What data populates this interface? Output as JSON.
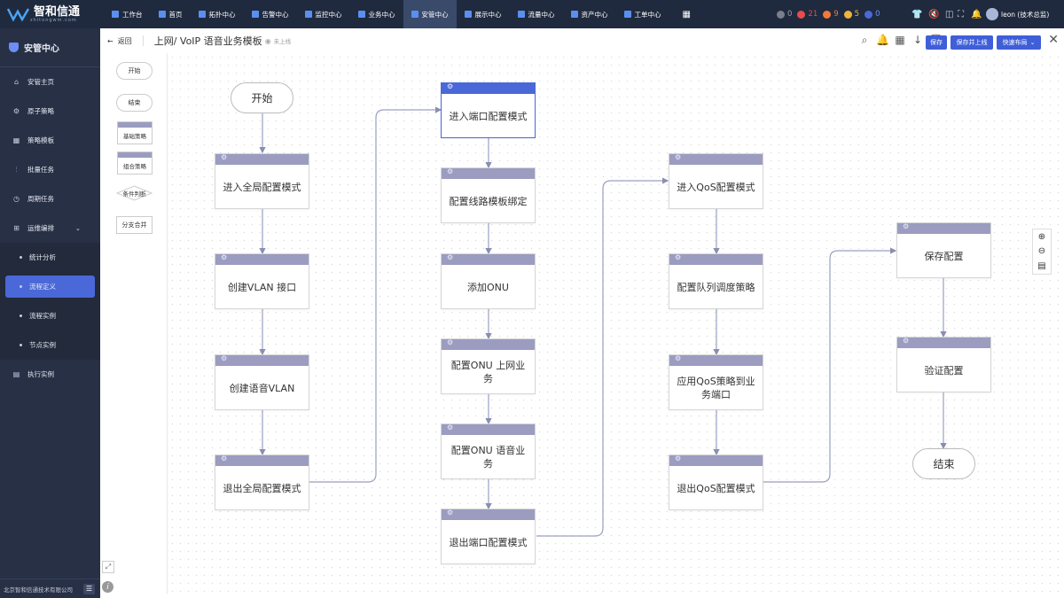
{
  "brand": {
    "name": "智和信通",
    "sub": "zhitongwm.com"
  },
  "nav": [
    {
      "label": "工作台"
    },
    {
      "label": "首页"
    },
    {
      "label": "拓扑中心"
    },
    {
      "label": "告警中心"
    },
    {
      "label": "监控中心"
    },
    {
      "label": "业务中心"
    },
    {
      "label": "安管中心",
      "active": true
    },
    {
      "label": "展示中心"
    },
    {
      "label": "流量中心"
    },
    {
      "label": "资产中心"
    },
    {
      "label": "工单中心"
    }
  ],
  "stats": [
    {
      "value": "0",
      "color": "#7a7f8c"
    },
    {
      "value": "21",
      "color": "#e84b4b"
    },
    {
      "value": "9",
      "color": "#f07a3a"
    },
    {
      "value": "5",
      "color": "#f0b43a"
    },
    {
      "value": "0",
      "color": "#4a68d8"
    }
  ],
  "user": {
    "name": "leon (技术总监)"
  },
  "sidebar": {
    "title": "安管中心",
    "items": [
      {
        "label": "安管主页",
        "icon": "⌂"
      },
      {
        "label": "原子策略",
        "icon": "⚙"
      },
      {
        "label": "策略模板",
        "icon": "▦"
      },
      {
        "label": "批量任务",
        "icon": "⫶"
      },
      {
        "label": "周期任务",
        "icon": "◷"
      },
      {
        "label": "运维编排",
        "icon": "⊞"
      }
    ],
    "subitems": [
      {
        "label": "统计分析"
      },
      {
        "label": "流程定义",
        "active": true
      },
      {
        "label": "流程实例"
      },
      {
        "label": "节点实例"
      }
    ],
    "after": [
      {
        "label": "执行实例",
        "icon": "▤"
      }
    ],
    "footer": "北京智和信通技术有限公司"
  },
  "header": {
    "back": "返回",
    "title": "上网/ VoIP 语音业务模板",
    "status": "未上线",
    "save": "保存",
    "save_online": "保存并上线",
    "layout": "快速布局"
  },
  "palette": {
    "start": "开始",
    "end": "结束",
    "basic": "基础策略",
    "combo": "组合策略",
    "cond": "条件判断",
    "merge": "分支合并"
  },
  "flow": {
    "start": "开始",
    "end": "结束",
    "nodes": [
      "进入全局配置模式",
      "创建VLAN 接口",
      "创建语音VLAN",
      "退出全局配置模式",
      "进入端口配置模式",
      "配置线路模板绑定",
      "添加ONU",
      "配置ONU 上网业务",
      "配置ONU 语音业务",
      "退出端口配置模式",
      "进入QoS配置模式",
      "配置队列调度策略",
      "应用QoS策略到业务端口",
      "退出QoS配置模式",
      "保存配置",
      "验证配置"
    ]
  }
}
